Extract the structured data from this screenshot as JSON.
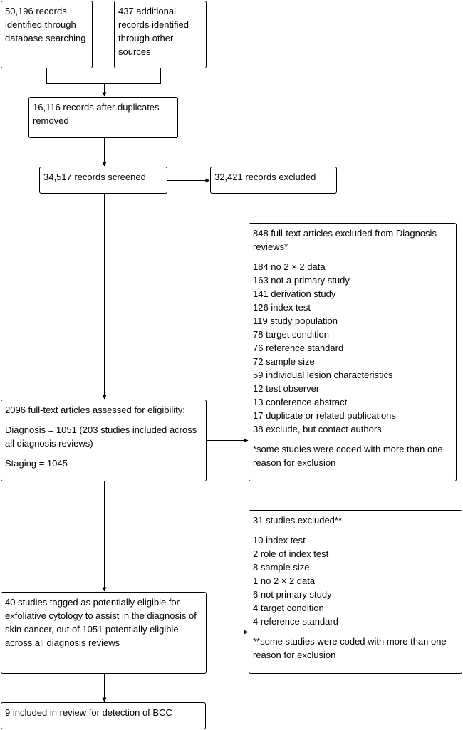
{
  "boxes": {
    "database_search": "50,196 records identified through database searching",
    "other_sources": "437 additional records identified through other sources",
    "after_duplicates": "16,116 records after duplicates removed",
    "screened": "34,517 records screened",
    "excluded_screen": "32,421 records excluded",
    "fulltext_excluded": {
      "heading": "848 full-text articles excluded from Diagnosis reviews*",
      "reasons": [
        "184 no 2 × 2 data",
        "163 not a primary study",
        "141 derivation study",
        "126 index test",
        "119 study population",
        "78 target condition",
        "76 reference standard",
        "72 sample size",
        "59 individual lesion characteristics",
        "12 test observer",
        "13 conference abstract",
        "17 duplicate or related publications",
        "38 exclude, but contact authors"
      ],
      "footnote": "*some studies were coded with more than one reason for exclusion"
    },
    "assessed": {
      "heading": "2096 full-text articles assessed for eligibility:",
      "diagnosis": "Diagnosis = 1051 (203 studies included across all diagnosis reviews)",
      "staging": "Staging = 1045"
    },
    "studies_excluded": {
      "heading": "31 studies excluded**",
      "reasons": [
        "10 index test",
        "2 role of index test",
        "8 sample size",
        "1 no 2 × 2 data",
        "6 not primary study",
        "4 target condition",
        "4 reference standard"
      ],
      "footnote": "**some studies were coded with more than one reason for exclusion"
    },
    "tagged": "40 studies tagged as potentially eligible for exfoliative cytology to assist in the diagnosis of skin cancer, out of 1051 potentially eligible across all diagnosis reviews",
    "included": "9 included in review for detection of BCC"
  }
}
